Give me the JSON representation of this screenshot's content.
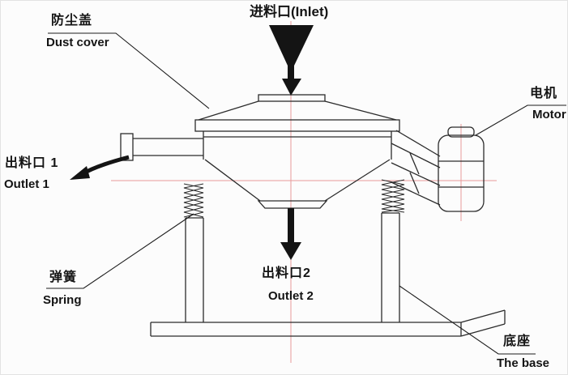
{
  "diagram": {
    "type": "technical-line-drawing",
    "subject": "rotary vibrating sieve machine cross-section",
    "labels": {
      "inlet": "进料口(Inlet)",
      "dust_cover_zh": "防尘盖",
      "dust_cover_en": "Dust cover",
      "motor_zh": "电机",
      "motor_en": "Motor",
      "outlet1_zh": "出料口 1",
      "outlet1_en": "Outlet 1",
      "spring_zh": "弹簧",
      "spring_en": "Spring",
      "outlet2_zh": "出料口2",
      "outlet2_en": "Outlet 2",
      "base_zh": "底座",
      "base_en": "The base"
    },
    "colors": {
      "line": "#2b2b2b",
      "fill_solid": "#141414",
      "centerline": "#e89a9a",
      "background": "#fcfcfc"
    }
  }
}
